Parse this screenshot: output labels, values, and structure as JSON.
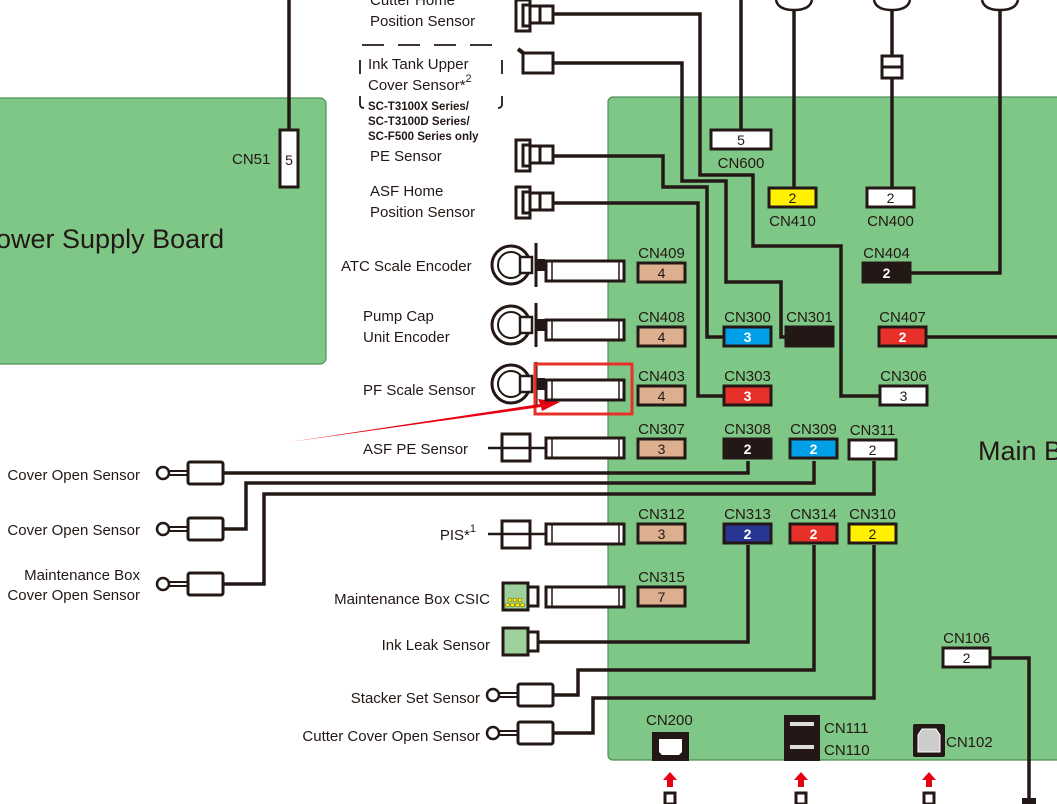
{
  "colors": {
    "board": "#7fc786",
    "wire": "#231815",
    "tan": "#dcb08e",
    "cyan": "#00a0e9",
    "red": "#e8302a",
    "yellow": "#fff100",
    "navy": "#283593",
    "black": "#231815",
    "white": "#ffffff",
    "highlight": "#e8302a",
    "arrow": "#e60012"
  },
  "boards": {
    "power": "ower Supply Board",
    "main": "Main B"
  },
  "power_connector": {
    "name": "CN51",
    "pins": "5"
  },
  "sensors": {
    "cutter_home": [
      "Cutter Home",
      "Position Sensor"
    ],
    "ink_tank": [
      "Ink Tank Upper",
      "Cover Sensor*",
      "2"
    ],
    "ink_tank_note": [
      "SC-T3100X Series/",
      "SC-T3100D Series/",
      "SC-F500 Series only"
    ],
    "pe": "PE Sensor",
    "asf_home": [
      "ASF Home",
      "Position Sensor"
    ],
    "atc": "ATC Scale Encoder",
    "pump_cap": [
      "Pump Cap",
      "Unit Encoder"
    ],
    "pf_scale": "PF Scale Sensor",
    "asf_pe": "ASF PE Sensor",
    "cover_open_1": "Cover Open Sensor",
    "cover_open_2": "Cover Open Sensor",
    "mbox_cover": [
      "Maintenance Box",
      "Cover Open Sensor"
    ],
    "pis": "PIS*",
    "pis_sup": "1",
    "mbox_csic": "Maintenance Box CSIC",
    "ink_leak": "Ink Leak Sensor",
    "stacker": "Stacker Set Sensor",
    "cutter_cover": "Cutter Cover Open Sensor"
  },
  "connectors": [
    {
      "id": "CN600",
      "pins": "5",
      "color": "white"
    },
    {
      "id": "CN410",
      "pins": "2",
      "color": "yellow"
    },
    {
      "id": "CN400",
      "pins": "2",
      "color": "white"
    },
    {
      "id": "CN404",
      "pins": "2",
      "color": "black"
    },
    {
      "id": "CN409",
      "pins": "4",
      "color": "tan"
    },
    {
      "id": "CN408",
      "pins": "4",
      "color": "tan"
    },
    {
      "id": "CN403",
      "pins": "4",
      "color": "tan"
    },
    {
      "id": "CN307",
      "pins": "3",
      "color": "tan"
    },
    {
      "id": "CN300",
      "pins": "3",
      "color": "cyan"
    },
    {
      "id": "CN301",
      "pins": "",
      "color": "black"
    },
    {
      "id": "CN407",
      "pins": "2",
      "color": "red"
    },
    {
      "id": "CN303",
      "pins": "3",
      "color": "red"
    },
    {
      "id": "CN306",
      "pins": "3",
      "color": "white"
    },
    {
      "id": "CN308",
      "pins": "2",
      "color": "black"
    },
    {
      "id": "CN309",
      "pins": "2",
      "color": "cyan"
    },
    {
      "id": "CN311",
      "pins": "2",
      "color": "white"
    },
    {
      "id": "CN312",
      "pins": "3",
      "color": "tan"
    },
    {
      "id": "CN313",
      "pins": "2",
      "color": "navy"
    },
    {
      "id": "CN314",
      "pins": "2",
      "color": "red"
    },
    {
      "id": "CN310",
      "pins": "2",
      "color": "yellow"
    },
    {
      "id": "CN315",
      "pins": "7",
      "color": "tan"
    },
    {
      "id": "CN106",
      "pins": "2",
      "color": "white"
    }
  ],
  "ports": {
    "cn200": "CN200",
    "cn111": "CN111",
    "cn110": "CN110",
    "cn102": "CN102"
  }
}
